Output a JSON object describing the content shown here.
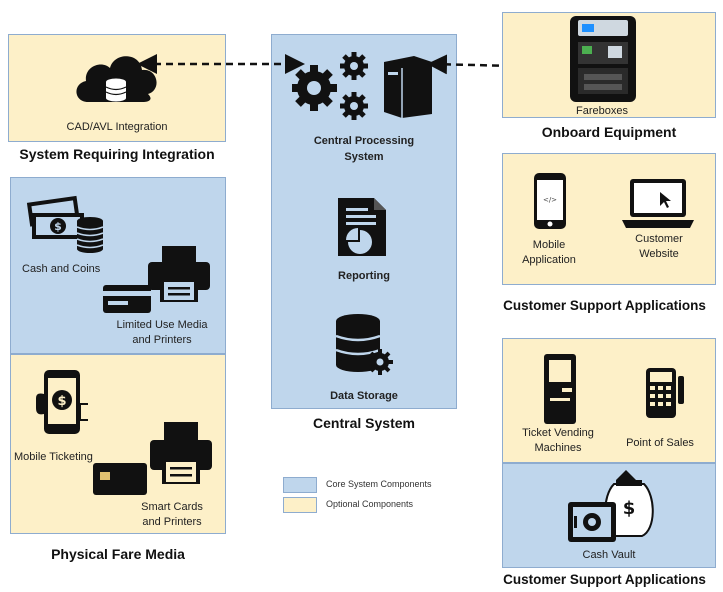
{
  "integration": {
    "item_label": "CAD/AVL Integration",
    "caption": "System Requiring Integration"
  },
  "central": {
    "processing_label_line1": "Central Processing",
    "processing_label_line2": "System",
    "reporting_label": "Reporting",
    "storage_label": "Data Storage",
    "caption": "Central System"
  },
  "onboard": {
    "item_label": "Fareboxes",
    "caption": "Onboard Equipment"
  },
  "customer_apps": {
    "mobile_line1": "Mobile",
    "mobile_line2": "Application",
    "website_line1": "Customer",
    "website_line2": "Website",
    "caption": "Customer Support Applications"
  },
  "physical_media": {
    "cash_label": "Cash and Coins",
    "limited_line1": "Limited Use Media",
    "limited_line2": "and Printers",
    "mobile_ticketing_label": "Mobile Ticketing",
    "smart_line1": "Smart Cards",
    "smart_line2": "and Printers",
    "caption": "Physical Fare Media"
  },
  "customer_support": {
    "tvm_line1": "Ticket Vending",
    "tvm_line2": "Machines",
    "pos_label": "Point of Sales",
    "vault_label": "Cash Vault",
    "caption": "Customer Support Applications"
  },
  "legend": {
    "core_label": "Core System Components",
    "optional_label": "Optional Components",
    "core_color": "#bfd6ec",
    "optional_color": "#fdf0c8"
  }
}
